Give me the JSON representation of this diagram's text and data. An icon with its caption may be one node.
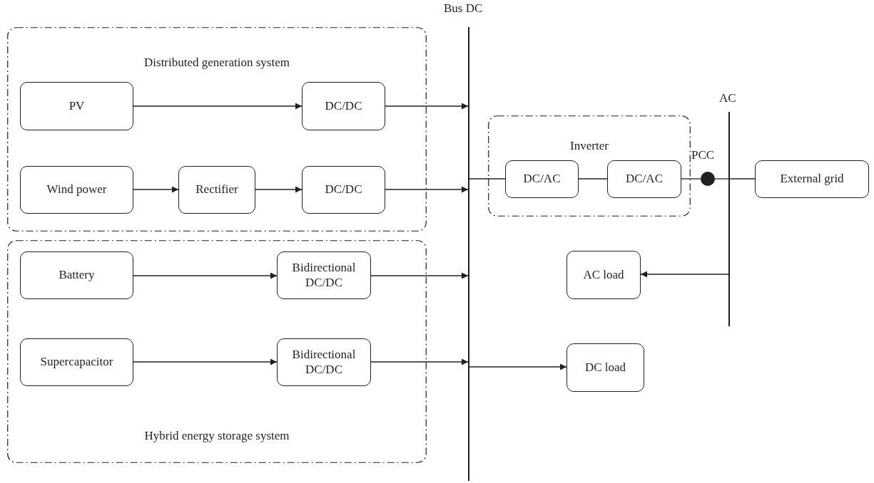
{
  "diagram": {
    "nodes": [
      {
        "text": [
          "Distributed generation system"
        ]
      },
      {
        "text": [
          "PV"
        ],
        "in": 0
      },
      {
        "text": [
          "DC/DC"
        ],
        "in": 0
      },
      {
        "text": [
          "Wind power"
        ],
        "in": 0
      },
      {
        "text": [
          "Rectifier"
        ],
        "in": 0
      },
      {
        "text": [
          "DC/DC"
        ],
        "in": 0
      },
      {
        "text": [
          "Hybrid energy storage system"
        ]
      },
      {
        "text": [
          "Battery"
        ],
        "in": 6
      },
      {
        "text": [
          "Bidirectional DC/DC"
        ],
        "in": 6
      },
      {
        "text": [
          "Supercapacitor"
        ],
        "in": 6
      },
      {
        "text": [
          "Bidirectional DC/DC"
        ],
        "in": 6
      },
      {
        "text": [],
        "shape": "bar",
        "beside": [
          "Bus DC"
        ]
      },
      {
        "text": [
          "Inverter"
        ]
      },
      {
        "text": [
          "DC/AC"
        ],
        "in": 12
      },
      {
        "text": [
          "DC/AC"
        ],
        "in": 12
      },
      {
        "text": [],
        "shape": "circle",
        "beside": [
          "PCC"
        ]
      },
      {
        "text": [],
        "shape": "bar",
        "beside": [
          "AC"
        ]
      },
      {
        "text": [
          "External grid"
        ]
      },
      {
        "text": [
          "AC load"
        ]
      },
      {
        "text": [
          "DC load"
        ]
      }
    ],
    "edges": [
      {
        "from": 1,
        "to": 2,
        "arrow": "to"
      },
      {
        "from": 2,
        "to": 11,
        "arrow": "to"
      },
      {
        "from": 3,
        "to": 4,
        "arrow": "to"
      },
      {
        "from": 4,
        "to": 5,
        "arrow": "to"
      },
      {
        "from": 5,
        "to": 11,
        "arrow": "to"
      },
      {
        "from": 7,
        "to": 8,
        "arrow": "to"
      },
      {
        "from": 8,
        "to": 11,
        "arrow": "to"
      },
      {
        "from": 9,
        "to": 10,
        "arrow": "to"
      },
      {
        "from": 10,
        "to": 11,
        "arrow": "to"
      },
      {
        "from": 11,
        "to": 13,
        "arrow": "none"
      },
      {
        "from": 13,
        "to": 14,
        "arrow": "none"
      },
      {
        "from": 14,
        "to": 15,
        "arrow": "none"
      },
      {
        "from": 15,
        "to": 16,
        "arrow": "none"
      },
      {
        "from": 16,
        "to": 17,
        "arrow": "none"
      },
      {
        "from": 16,
        "to": 18,
        "arrow": "to"
      },
      {
        "from": 11,
        "to": 19,
        "arrow": "to"
      }
    ]
  }
}
